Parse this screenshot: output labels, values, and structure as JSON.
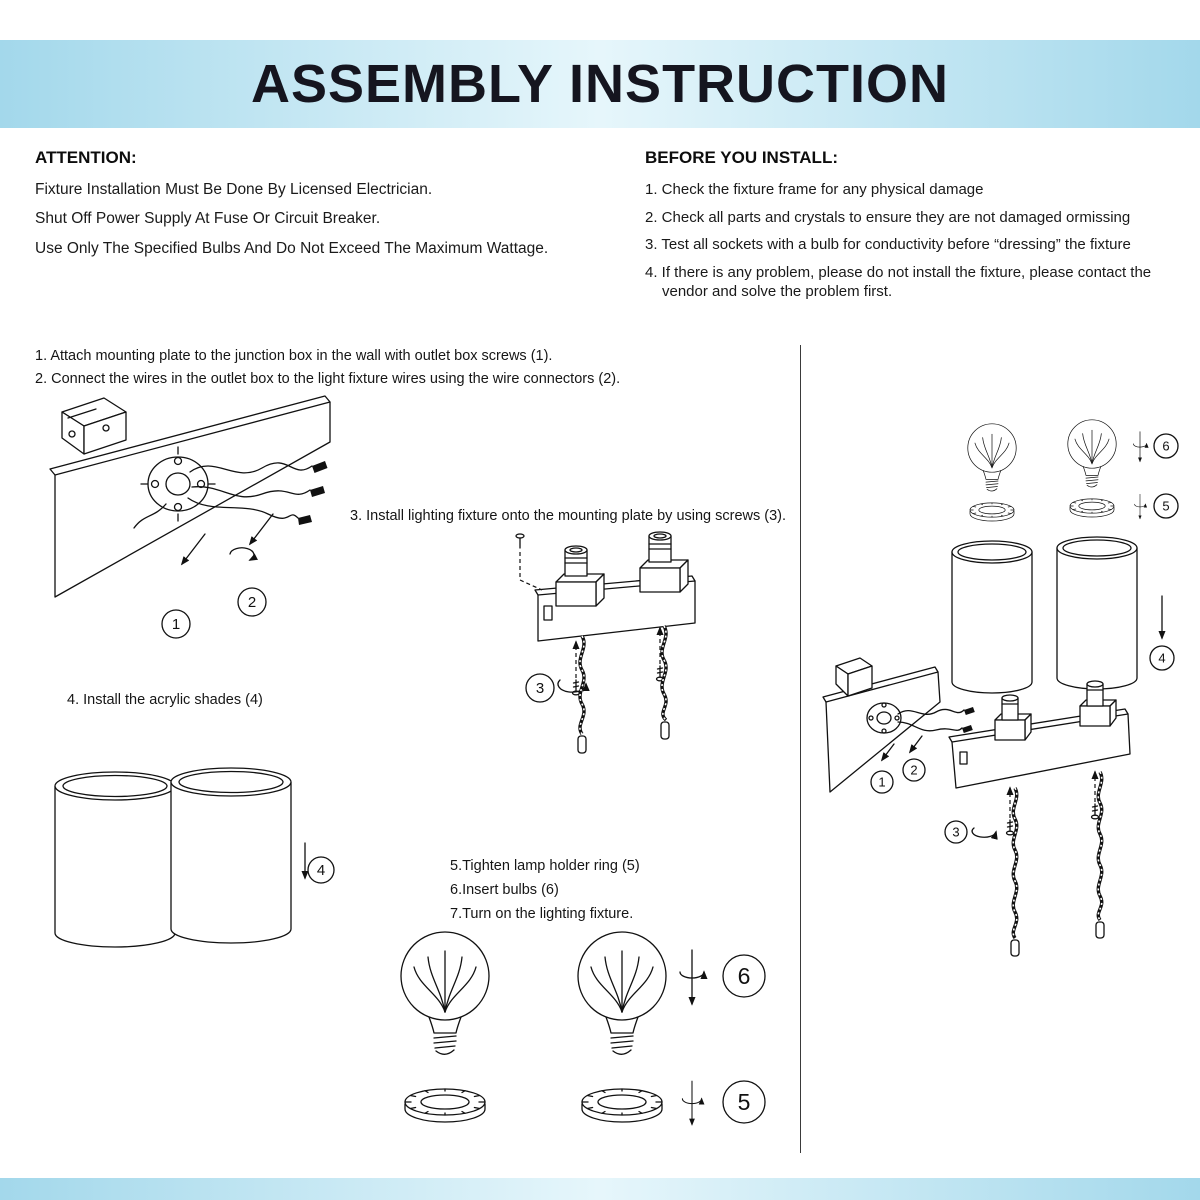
{
  "page": {
    "title": "ASSEMBLY INSTRUCTION"
  },
  "colors": {
    "banner_blue": "#a3d8eb",
    "banner_light": "#e6f6fb",
    "title_dark": "#15151f",
    "line_black": "#111111"
  },
  "attention": {
    "heading": "ATTENTION:",
    "lines": [
      "Fixture Installation Must Be Done By Licensed Electrician.",
      "Shut Off Power Supply At Fuse Or Circuit Breaker.",
      "Use Only The Specified Bulbs And Do Not Exceed The Maximum Wattage."
    ]
  },
  "before_install": {
    "heading": "BEFORE YOU INSTALL:",
    "items": [
      "1. Check the fixture frame for any physical damage",
      "2. Check all parts and crystals to ensure they are not damaged ormissing",
      "3. Test all sockets with a bulb for conductivity before “dressing” the fixture",
      "4. If there is any problem, please do not install the fixture, please contact the vendor and solve the problem first."
    ]
  },
  "steps": {
    "s1": "1. Attach mounting plate to the junction box in the wall with outlet box screws (1).",
    "s2": "2. Connect the wires in the outlet box to the light fixture wires using the wire connectors (2).",
    "s3": "3. Install lighting fixture onto the mounting plate by using screws (3).",
    "s4": "4. Install the acrylic shades (4)",
    "s5": "5.Tighten lamp holder ring (5)",
    "s6": "6.Insert bulbs (6)",
    "s7": "7.Turn on the lighting fixture."
  },
  "callouts": {
    "c1": "1",
    "c2": "2",
    "c3": "3",
    "c4": "4",
    "c5": "5",
    "c6": "6"
  }
}
